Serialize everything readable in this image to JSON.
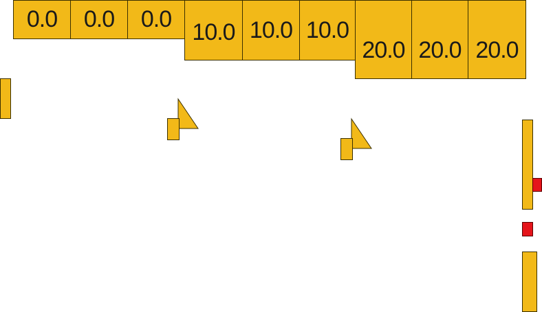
{
  "colors": {
    "fill": "#F2B918",
    "stroke": "#3a2f00",
    "marker": "#E5141B"
  },
  "row_a": {
    "cells": [
      "0.0",
      "0.0",
      "0.0"
    ]
  },
  "row_b": {
    "cells": [
      "10.0",
      "10.0",
      "10.0"
    ]
  },
  "row_c": {
    "cells": [
      "20.0",
      "20.0",
      "20.0"
    ]
  }
}
